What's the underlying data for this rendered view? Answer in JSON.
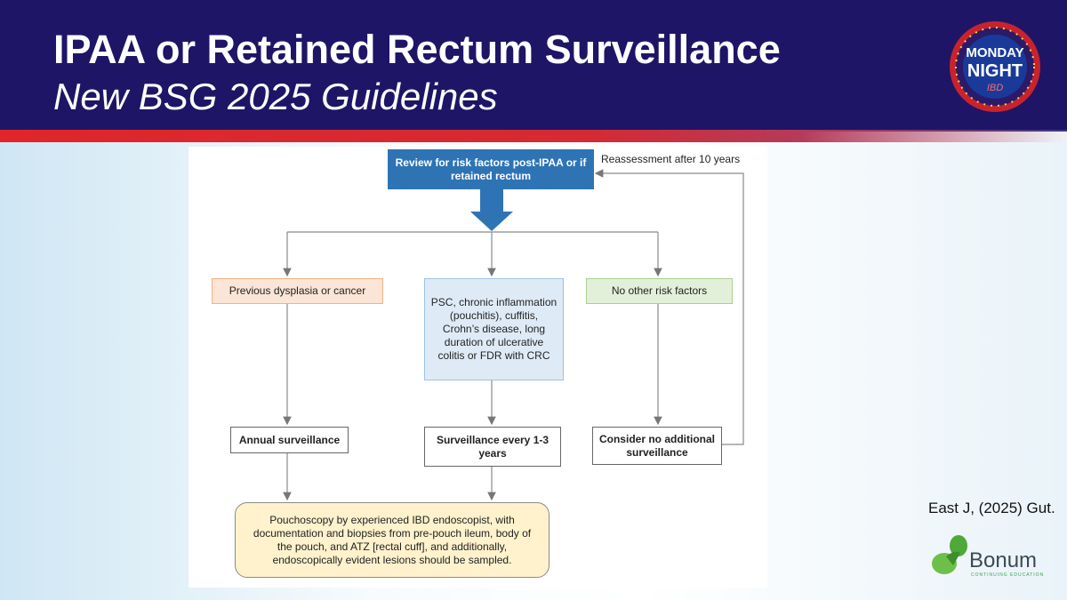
{
  "slide": {
    "title": "IPAA or Retained Rectum Surveillance",
    "subtitle": "New BSG 2025 Guidelines",
    "logo_text_top": "MONDAY",
    "logo_text_main": "NIGHT",
    "logo_text_bottom": "IBD",
    "citation": "East J, (2025) Gut.",
    "sponsor_name": "Bonum",
    "sponsor_tagline": "CONTINUING EDUCATION"
  },
  "flowchart": {
    "start": "Review for risk factors post-IPAA or if retained rectum",
    "loop_label": "Reassessment after 10 years",
    "branch_left": "Previous dysplasia or cancer",
    "branch_mid": "PSC, chronic inflammation (pouchitis), cuffitis, Crohn’s disease, long duration of ulcerative colitis or FDR with CRC",
    "branch_right": "No other risk factors",
    "out_left": "Annual surveillance",
    "out_mid": "Surveillance every 1-3 years",
    "out_right": "Consider no additional surveillance",
    "final": "Pouchoscopy by experienced IBD endoscopist, with documentation and biopsies from pre-pouch ileum, body of the pouch, and ATZ [rectal cuff], and additionally, endoscopically evident lesions should be sampled."
  },
  "colors": {
    "header_bg": "#1e1566",
    "accent_red": "#e0262b",
    "start_box": "#2e74b5",
    "left_box": "#fbe5d6",
    "left_border": "#f4b183",
    "mid_box": "#deebf7",
    "mid_border": "#9dc3e6",
    "right_box": "#e2f0d9",
    "right_border": "#a9d18e",
    "final_box": "#fff2cc",
    "final_border": "#8a8a8a"
  }
}
